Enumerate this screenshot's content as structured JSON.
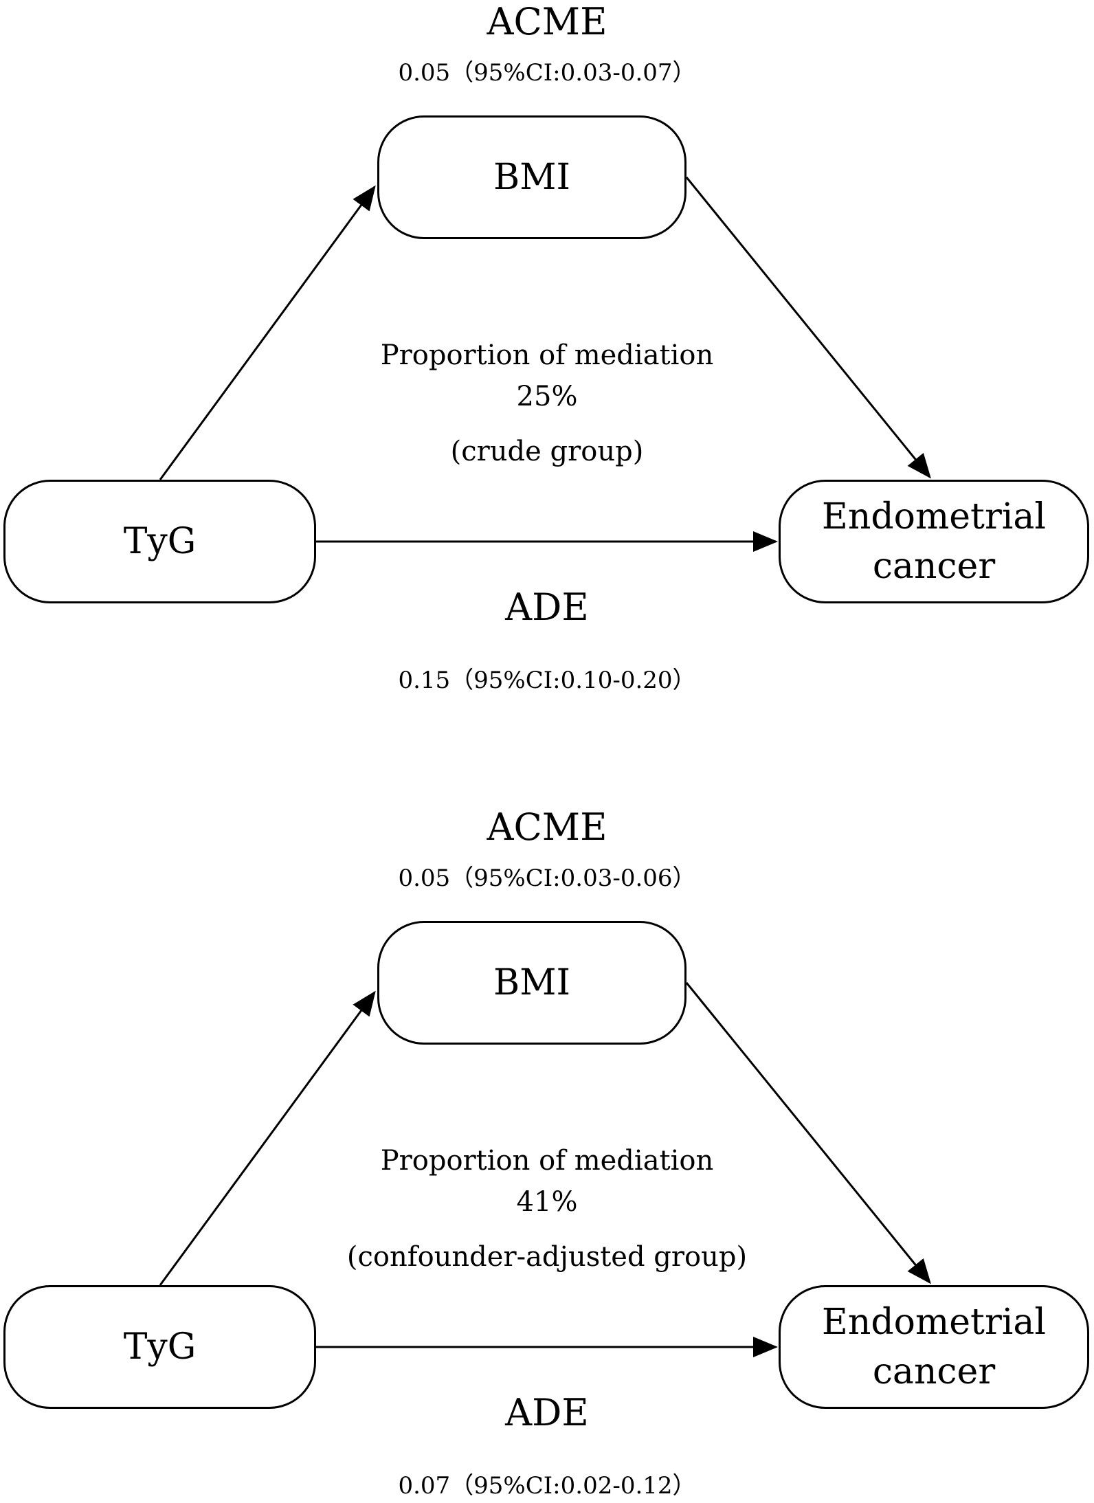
{
  "panels": [
    {
      "acme": {
        "label": "ACME",
        "value": "0.05（95%CI:0.03-0.07）"
      },
      "nodes": {
        "mediator": "BMI",
        "exposure": "TyG",
        "outcome_line1": "Endometrial",
        "outcome_line2": "cancer"
      },
      "proportion": {
        "title": "Proportion of mediation",
        "value": "25%",
        "group": "(crude group)"
      },
      "ade": {
        "label": "ADE",
        "value": "0.15（95%CI:0.10-0.20）"
      }
    },
    {
      "acme": {
        "label": "ACME",
        "value": "0.05（95%CI:0.03-0.06）"
      },
      "nodes": {
        "mediator": "BMI",
        "exposure": "TyG",
        "outcome_line1": "Endometrial",
        "outcome_line2": "cancer"
      },
      "proportion": {
        "title": "Proportion of mediation",
        "value": "41%",
        "group": "(confounder-adjusted group)"
      },
      "ade": {
        "label": "ADE",
        "value": "0.07（95%CI:0.02-0.12）"
      }
    }
  ],
  "colors": {
    "stroke": "#000000",
    "background": "#ffffff"
  }
}
